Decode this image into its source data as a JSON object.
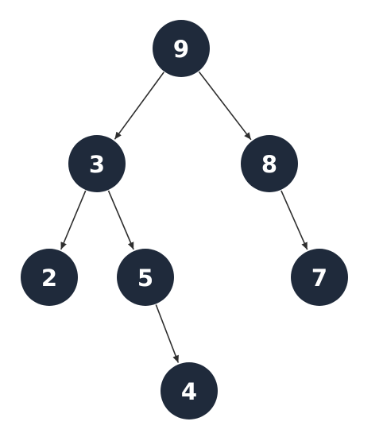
{
  "diagram": {
    "type": "binary-tree",
    "colors": {
      "node_fill": "#1f2a3b",
      "node_text": "#ffffff",
      "edge": "#2e2e2e",
      "background": "#ffffff"
    },
    "nodes": [
      {
        "id": "n9",
        "label": "9"
      },
      {
        "id": "n3",
        "label": "3"
      },
      {
        "id": "n8",
        "label": "8"
      },
      {
        "id": "n2",
        "label": "2"
      },
      {
        "id": "n5",
        "label": "5"
      },
      {
        "id": "n7",
        "label": "7"
      },
      {
        "id": "n4",
        "label": "4"
      }
    ],
    "edges": [
      {
        "from": "n9",
        "to": "n3"
      },
      {
        "from": "n9",
        "to": "n8"
      },
      {
        "from": "n3",
        "to": "n2"
      },
      {
        "from": "n3",
        "to": "n5"
      },
      {
        "from": "n8",
        "to": "n7"
      },
      {
        "from": "n5",
        "to": "n4"
      }
    ]
  }
}
